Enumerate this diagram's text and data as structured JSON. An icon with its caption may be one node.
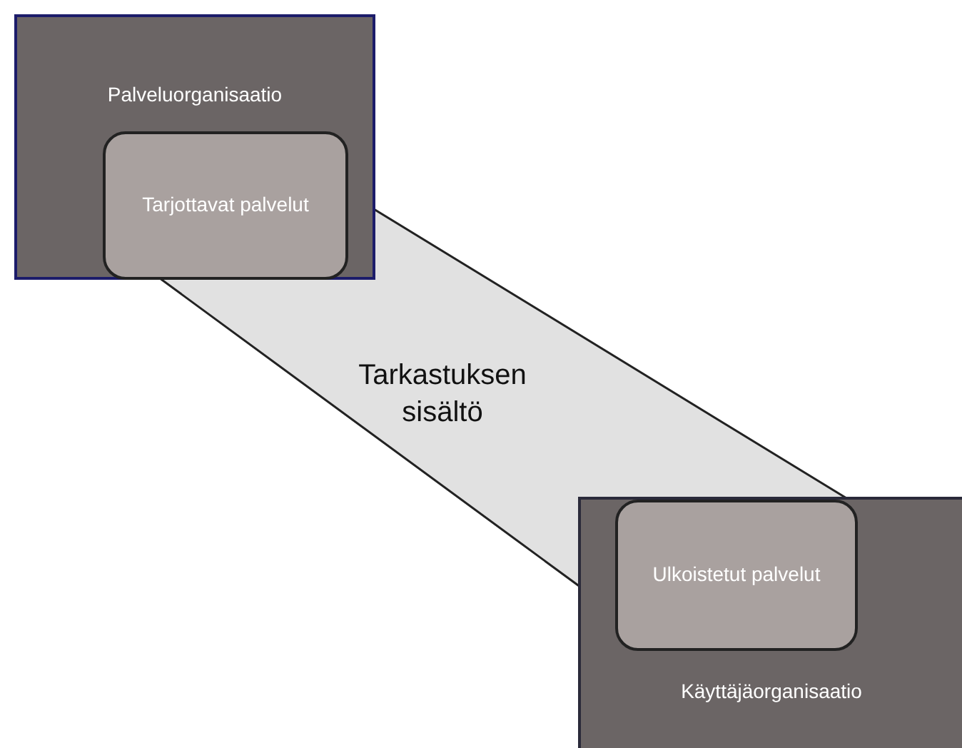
{
  "diagram": {
    "nodes": [
      {
        "text": [
          "Palveluorganisaatio"
        ]
      },
      {
        "text": [
          "Tarjottavat palvelut"
        ],
        "in": 0
      },
      {
        "text": [
          "Tarkastuksen sisältö"
        ]
      },
      {
        "text": [
          "Käyttäjäorganisaatio"
        ]
      },
      {
        "text": [
          "Ulkoistetut palvelut"
        ],
        "in": 3
      }
    ]
  }
}
